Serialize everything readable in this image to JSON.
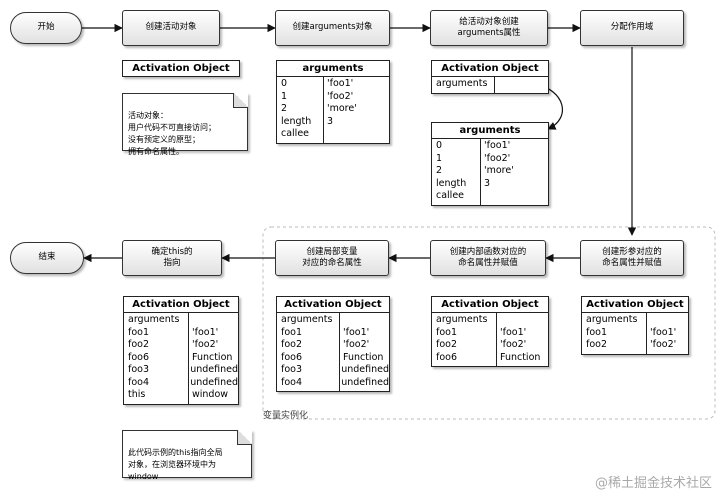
{
  "flow": {
    "start": "开始",
    "create_ao": "创建活动对象",
    "create_args": "创建arguments对象",
    "assign_args": "给活动对象创建\narguments属性",
    "scope": "分配作用域",
    "formal_params": "创建形参对应的\n命名属性并赋值",
    "inner_funcs": "创建内部函数对应的\n命名属性并赋值",
    "local_vars": "创建局部变量\n对应的命名属性",
    "this_ptr": "确定this的\n指向",
    "end": "结束"
  },
  "group_label": "变量实例化",
  "notes": {
    "ao": "活动对象：\n    用户代码不可直接访问；\n    没有预定义的原型；\n    拥有命名属性。",
    "this": "此代码示例的this指向全局\n对象，在浏览器环境中为\nwindow"
  },
  "tables": {
    "ao_empty": {
      "title": "Activation Object"
    },
    "args1": {
      "title": "arguments",
      "rows": [
        [
          "0",
          "'foo1'"
        ],
        [
          "1",
          "'foo2'"
        ],
        [
          "2",
          "'more'"
        ],
        [
          "length",
          "3"
        ],
        [
          "callee",
          ""
        ]
      ]
    },
    "ao_args": {
      "title": "Activation Object",
      "rows": [
        [
          "arguments",
          ""
        ]
      ]
    },
    "args2": {
      "title": "arguments",
      "rows": [
        [
          "0",
          "'foo1'"
        ],
        [
          "1",
          "'foo2'"
        ],
        [
          "2",
          "'more'"
        ],
        [
          "length",
          "3"
        ],
        [
          "callee",
          ""
        ]
      ]
    },
    "ao_a": {
      "title": "Activation Object",
      "rows": [
        [
          "arguments",
          ""
        ],
        [
          "foo1",
          "'foo1'"
        ],
        [
          "foo2",
          "'foo2'"
        ]
      ]
    },
    "ao_b": {
      "title": "Activation Object",
      "rows": [
        [
          "arguments",
          ""
        ],
        [
          "foo1",
          "'foo1'"
        ],
        [
          "foo2",
          "'foo2'"
        ],
        [
          "foo6",
          "Function"
        ]
      ]
    },
    "ao_c": {
      "title": "Activation Object",
      "rows": [
        [
          "arguments",
          ""
        ],
        [
          "foo1",
          "'foo1'"
        ],
        [
          "foo2",
          "'foo2'"
        ],
        [
          "foo6",
          "Function"
        ],
        [
          "foo3",
          "undefined"
        ],
        [
          "foo4",
          "undefined"
        ]
      ]
    },
    "ao_d": {
      "title": "Activation Object",
      "rows": [
        [
          "arguments",
          ""
        ],
        [
          "foo1",
          "'foo1'"
        ],
        [
          "foo2",
          "'foo2'"
        ],
        [
          "foo6",
          "Function"
        ],
        [
          "foo3",
          "undefined"
        ],
        [
          "foo4",
          "undefined"
        ],
        [
          "this",
          "window"
        ]
      ]
    }
  },
  "watermark": "@稀土掘金技术社区"
}
